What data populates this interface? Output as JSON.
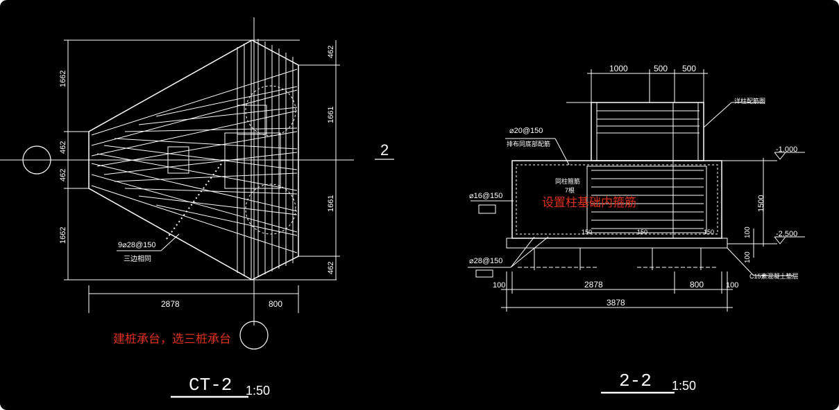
{
  "colors": {
    "background": "#000000",
    "line": "#ffffff",
    "annotation": "#e0301e"
  },
  "left_view": {
    "title": "CT-2",
    "scale": "1:50",
    "section_marker": "2",
    "dims": {
      "left_top": "1662",
      "left_mid_top": "462",
      "left_mid_bottom": "462",
      "left_bottom": "1662",
      "right_top": "462",
      "right_upper": "1661",
      "right_lower": "1661",
      "right_bottom": "462",
      "bottom_main": "2878",
      "bottom_side": "800"
    },
    "rebar_label": "9⌀28@150",
    "rebar_note": "三边相同",
    "annotation": "建桩承台，选三桩承台"
  },
  "right_view": {
    "title": "2-2",
    "scale": "1:50",
    "dims_top": [
      "1000",
      "500",
      "500"
    ],
    "dims_bottom": [
      "100",
      "2878",
      "800",
      "100"
    ],
    "dim_total": "3878",
    "height_1500": "1500",
    "height_100": "100",
    "height_100b": "100",
    "elev_top": "-1.000",
    "elev_bottom": "-2.500",
    "label_top_right": "详柱配筋图",
    "label_20": "⌀20@150",
    "label_20_note": "排布同底部配筋",
    "label_col": "同柱箍筋",
    "label_col_count": "7根",
    "label_16": "⌀16@150",
    "label_28": "⌀28@150",
    "label_150a": "150",
    "label_150b": "150",
    "label_150c": "150",
    "label_c15": "C15素混凝土垫层",
    "annotation": "设置柱基础内箍筋"
  }
}
